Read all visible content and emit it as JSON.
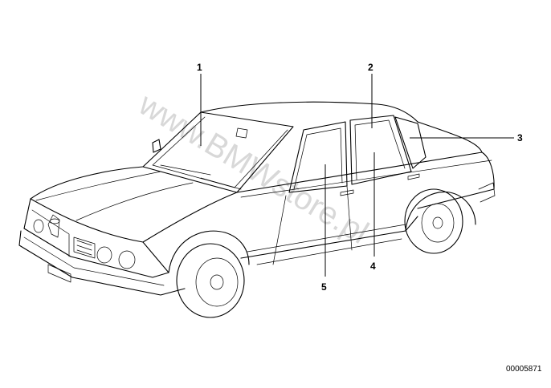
{
  "diagram": {
    "watermark": "www.BMWstore.pl",
    "reference_number": "00005871",
    "callouts": [
      {
        "label": "1"
      },
      {
        "label": "2"
      },
      {
        "label": "3"
      },
      {
        "label": "4"
      },
      {
        "label": "5"
      }
    ]
  }
}
